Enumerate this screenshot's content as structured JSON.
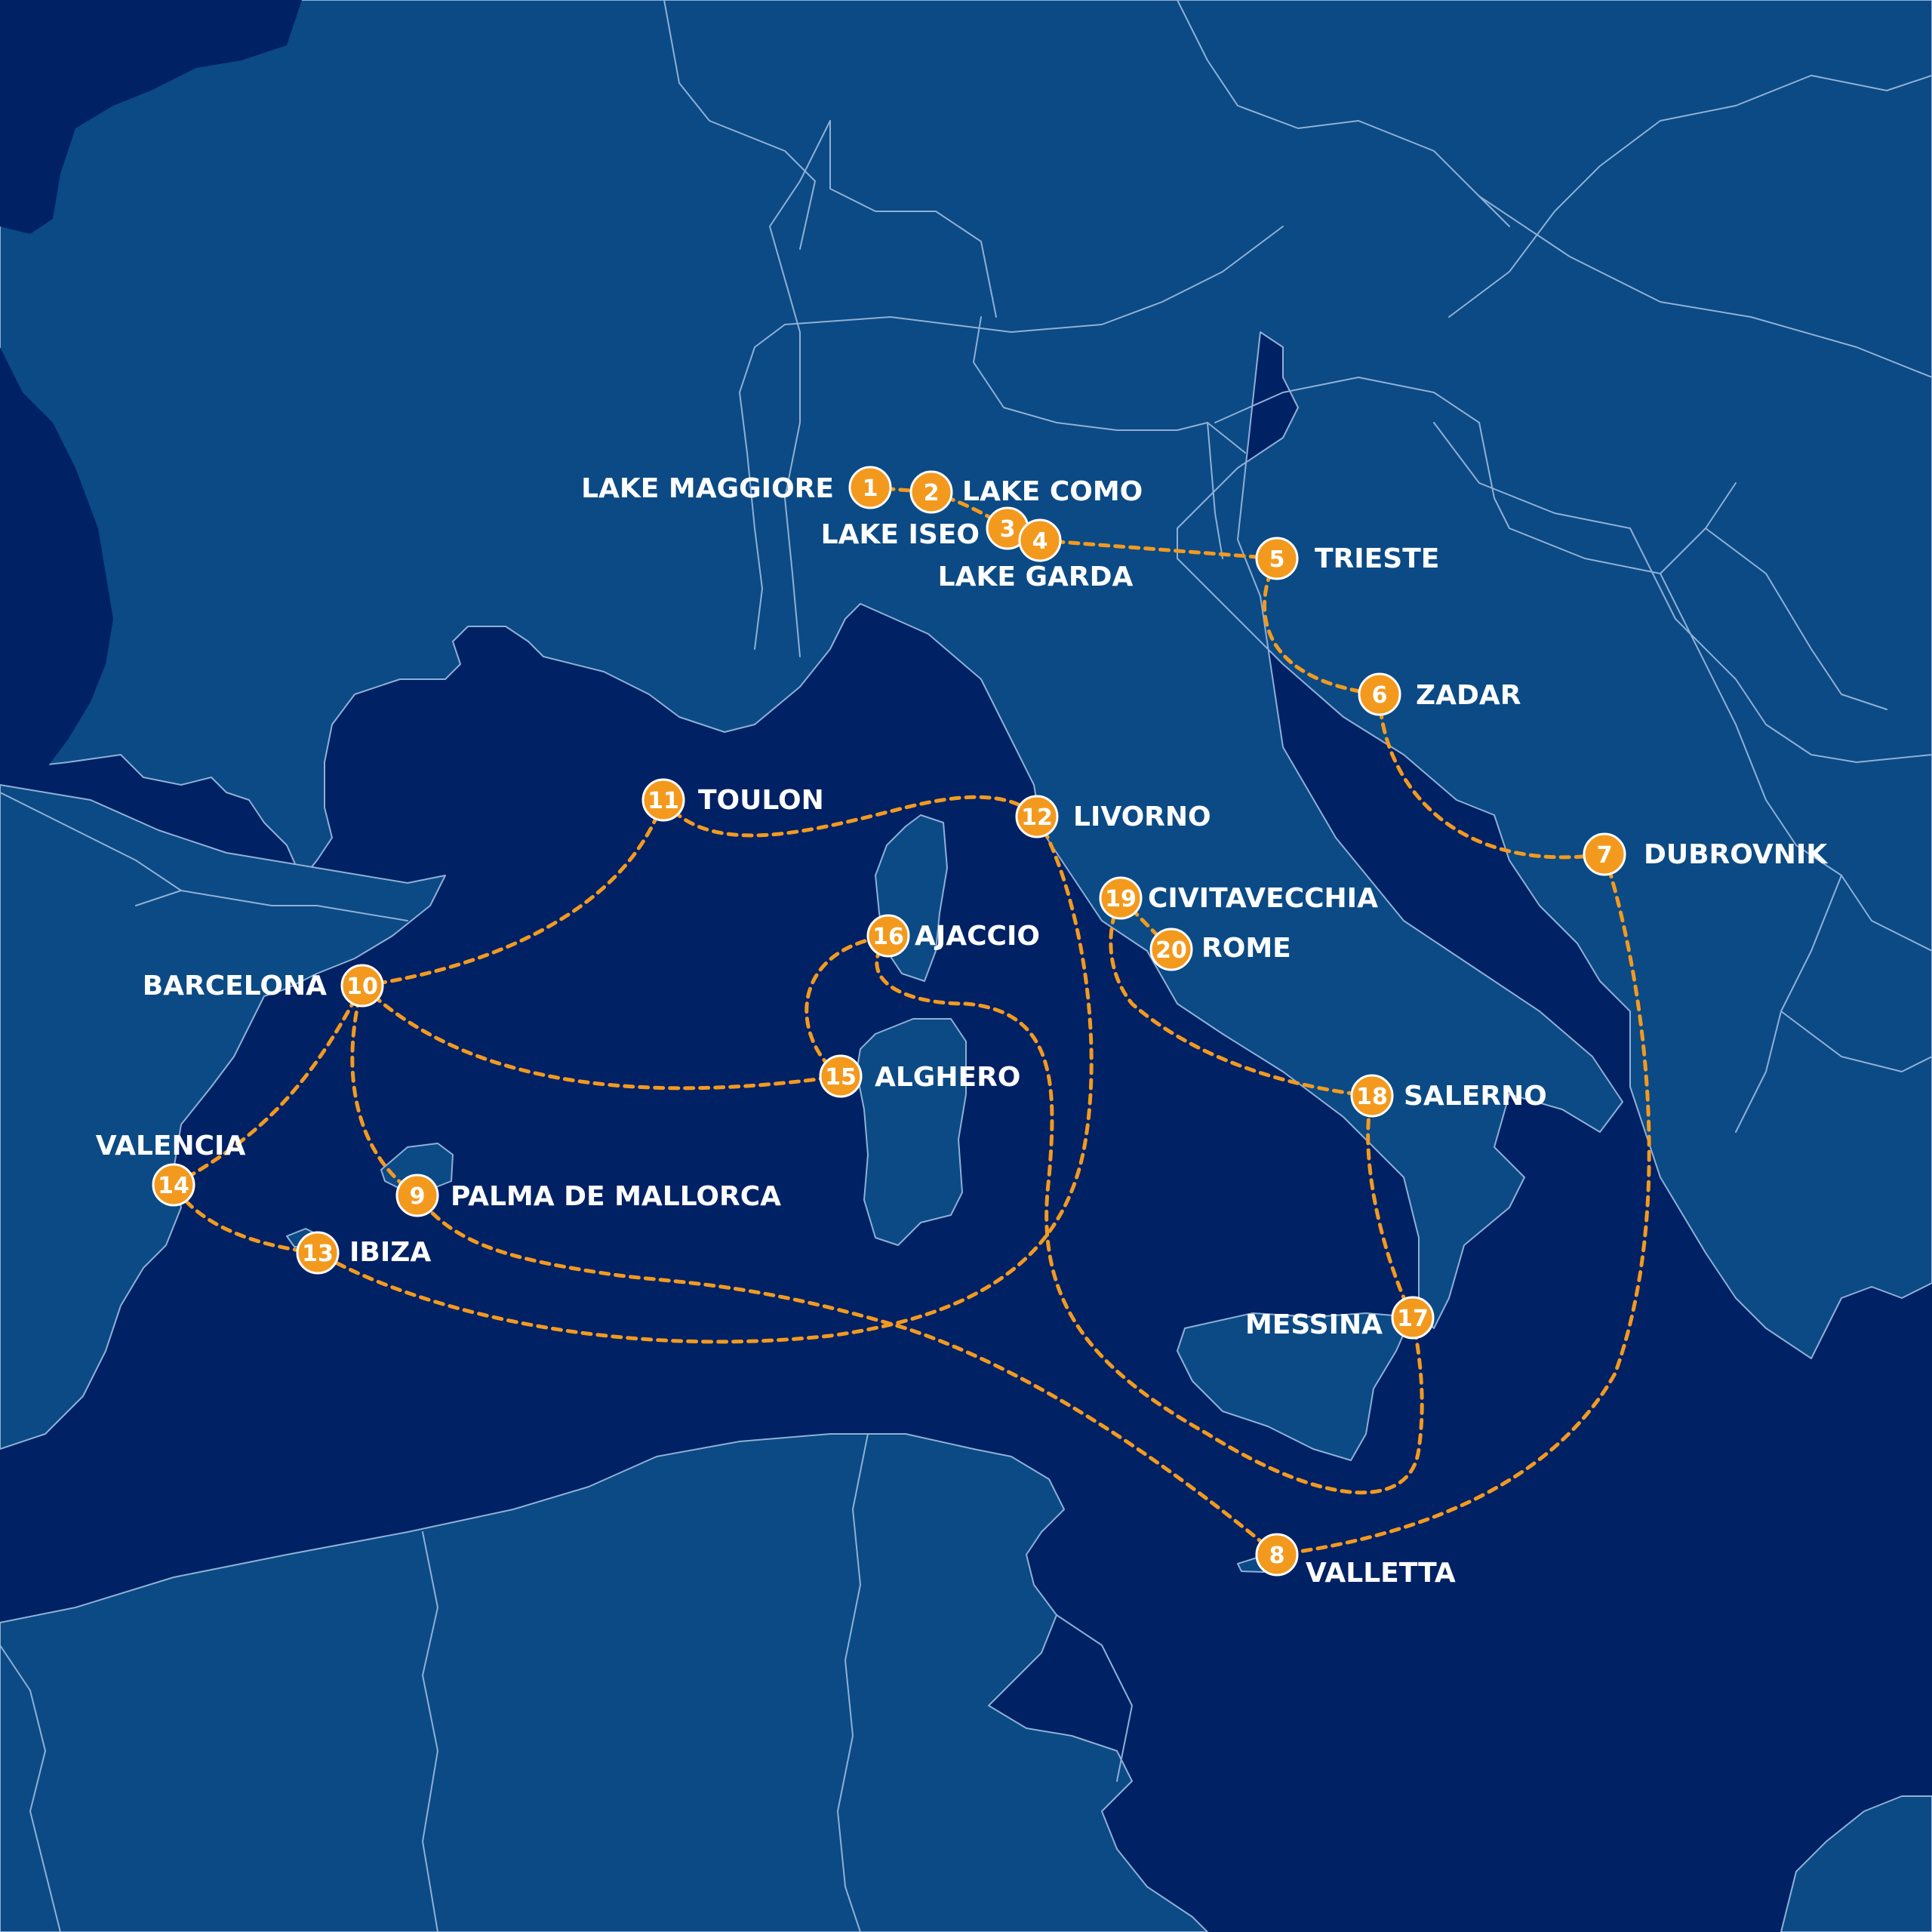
{
  "map": {
    "colors": {
      "sea": "#012165",
      "land": "#0B4A85",
      "border": "#8FB0D6",
      "route": "#F39A1E",
      "marker": "#F39A1E",
      "marker_text": "#FFFFFF",
      "label": "#FFFFFF"
    },
    "stops": [
      {
        "num": "1",
        "label": "LAKE MAGGIORE"
      },
      {
        "num": "2",
        "label": "LAKE COMO"
      },
      {
        "num": "3",
        "label": "LAKE ISEO"
      },
      {
        "num": "4",
        "label": "LAKE GARDA"
      },
      {
        "num": "5",
        "label": "TRIESTE"
      },
      {
        "num": "6",
        "label": "ZADAR"
      },
      {
        "num": "7",
        "label": "DUBROVNIK"
      },
      {
        "num": "8",
        "label": "VALLETTA"
      },
      {
        "num": "9",
        "label": "PALMA DE MALLORCA"
      },
      {
        "num": "10",
        "label": "BARCELONA"
      },
      {
        "num": "11",
        "label": "TOULON"
      },
      {
        "num": "12",
        "label": "LIVORNO"
      },
      {
        "num": "13",
        "label": "IBIZA"
      },
      {
        "num": "14",
        "label": "VALENCIA"
      },
      {
        "num": "15",
        "label": "ALGHERO"
      },
      {
        "num": "16",
        "label": "AJACCIO"
      },
      {
        "num": "17",
        "label": "MESSINA"
      },
      {
        "num": "18",
        "label": "SALERNO"
      },
      {
        "num": "19",
        "label": "CIVITAVECCHIA"
      },
      {
        "num": "20",
        "label": "ROME"
      }
    ]
  }
}
